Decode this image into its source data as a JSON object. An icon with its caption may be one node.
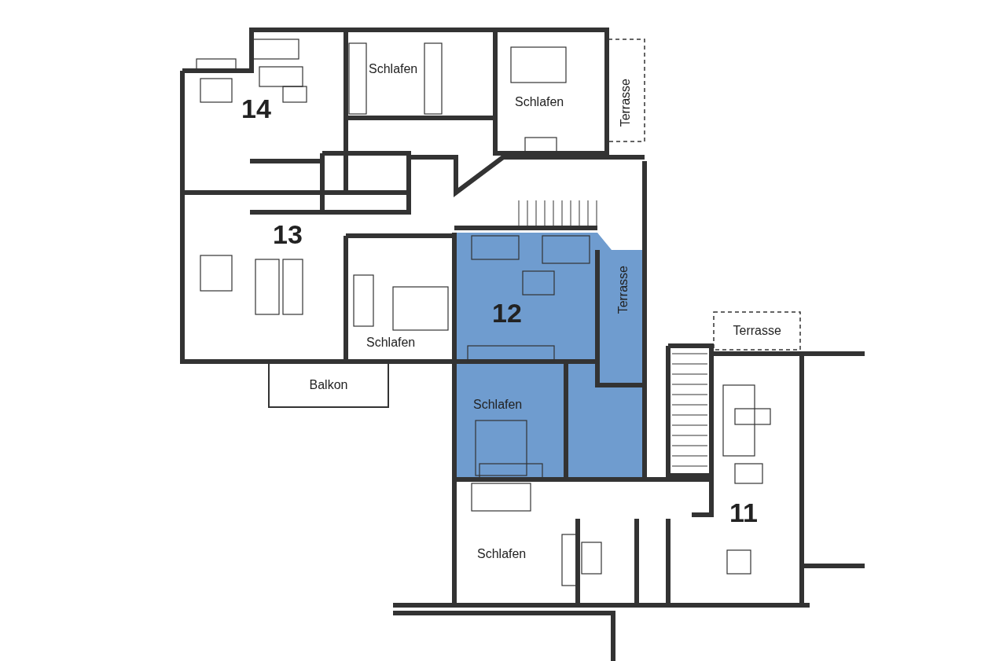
{
  "diagram": {
    "labels": [
      "Schlafen",
      "Schlafen",
      "Terrasse",
      "14",
      "13",
      "Terrasse",
      "12",
      "Terrasse",
      "Schlafen",
      "Balkon",
      "Schlafen",
      "11",
      "Schlafen"
    ]
  }
}
